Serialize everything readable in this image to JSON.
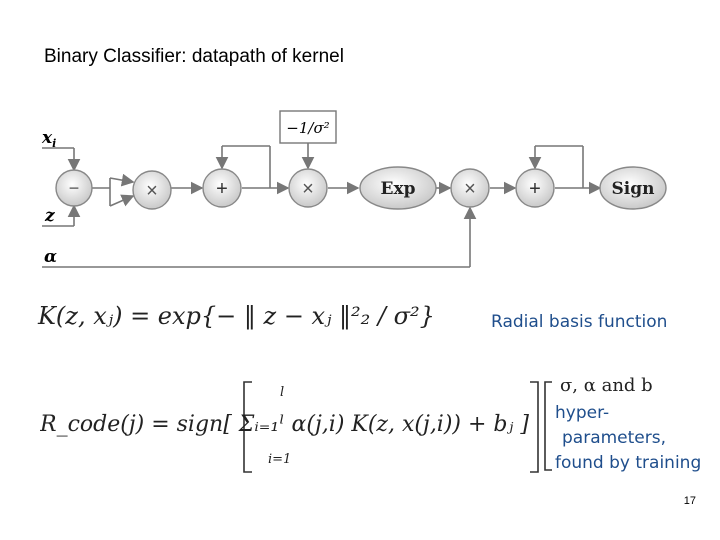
{
  "slide": {
    "title": "Binary Classifier: datapath of kernel",
    "page_number": "17"
  },
  "diagram": {
    "inputs": {
      "x": "x",
      "x_sub": "i",
      "z": "z",
      "alpha": "α"
    },
    "sigma_box": "−1/σ²",
    "ops": {
      "minus": "−",
      "times": "×",
      "plus": "+",
      "exp": "Exp",
      "sign": "Sign"
    }
  },
  "formulas": {
    "kernel": "K(z, xⱼ) = exp{− ‖ z − xⱼ ‖²₂ / σ²}",
    "kernel_note": "Radial basis function",
    "rcode": "R_code(j) = sign[ Σᵢ₌₁ˡ α(j,i) K(z, x(j,i)) + bⱼ ]",
    "sum_top": "l",
    "sum_bottom": "i=1",
    "params": "σ, α and b",
    "params_note_1": "hyper-",
    "params_note_2": "parameters,",
    "params_note_3": "found by training"
  }
}
